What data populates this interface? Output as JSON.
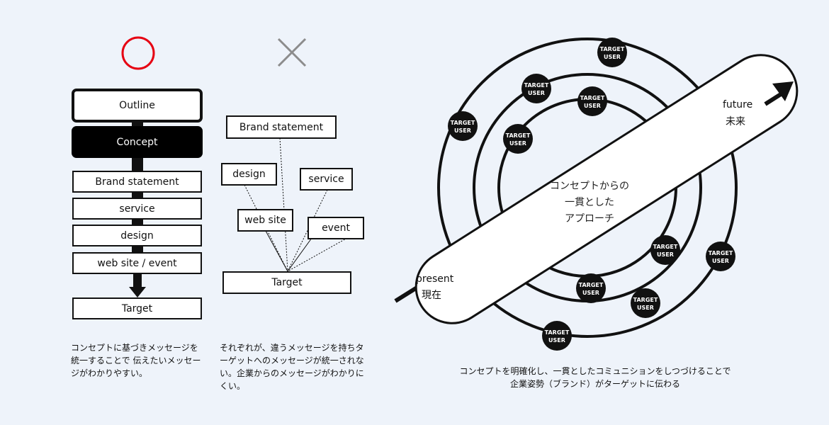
{
  "left_panel": {
    "good_mark": "circle",
    "good_mark_color": "#e60012",
    "flow": {
      "outline": "Outline",
      "concept": "Concept",
      "items": [
        "Brand statement",
        "service",
        "design",
        "web site / event"
      ],
      "target": "Target"
    },
    "caption": "コンセプトに基づきメッセージを統一することで 伝えたいメッセージがわかりやすい。"
  },
  "middle_panel": {
    "bad_mark": "cross",
    "bad_mark_color": "#8c8c8c",
    "nodes": {
      "brand": "Brand statement",
      "design": "design",
      "service": "service",
      "website": "web site",
      "event": "event",
      "target": "Target"
    },
    "caption": "それぞれが、違うメッセージを持ちターゲットへのメッセージが統一されない。企業からのメッセージがわかりにくい。"
  },
  "right_panel": {
    "future_en": "future",
    "future_ja": "未来",
    "present_en": "present",
    "present_ja": "現在",
    "center_lines": [
      "コンセプトからの",
      "一貫とした",
      "アプローチ"
    ],
    "target_label_1": "TARGET",
    "target_label_2": "USER",
    "caption_lines": [
      "コンセプトを明確化し、一貫としたコミュニションをしつづけることで",
      "企業姿勢（ブランド）がターゲットに伝わる"
    ]
  }
}
